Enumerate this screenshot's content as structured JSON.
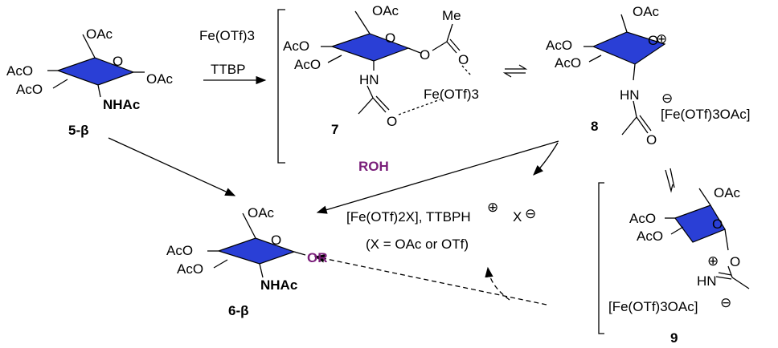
{
  "colors": {
    "ring_fill": "#2a3fd6",
    "highlight": "#7a1f7a"
  },
  "compounds": {
    "c5": {
      "label": "5-β",
      "subs": {
        "oac_top": "OAc",
        "aco_1": "AcO",
        "aco_2": "AcO",
        "oac_right": "OAc",
        "ring_o": "O",
        "nhac": "NHAc"
      }
    },
    "c7": {
      "label": "7",
      "subs": {
        "oac_top": "OAc",
        "aco_1": "AcO",
        "aco_2": "AcO",
        "ring_o": "O",
        "me": "Me",
        "o_ester": "O",
        "o_carbonyl": "O",
        "hn": "HN",
        "fe": "Fe(OTf)3",
        "o_amide": "O"
      }
    },
    "c8": {
      "label": "8",
      "subs": {
        "oac_top": "OAc",
        "aco_1": "AcO",
        "aco_2": "AcO",
        "ring_o": "O",
        "plus": "⊕",
        "hn": "HN",
        "minus": "⊖",
        "anion": "[Fe(OTf)3OAc]",
        "o_amide": "O"
      }
    },
    "c9": {
      "label": "9",
      "subs": {
        "oac_top": "OAc",
        "aco_1": "AcO",
        "aco_2": "AcO",
        "ring_o": "O",
        "plus": "⊕",
        "o_ox": "O",
        "hn": "HN",
        "anion": "[Fe(OTf)3OAc]",
        "minus": "⊖"
      }
    },
    "c6": {
      "label": "6-β",
      "subs": {
        "oac_top": "OAc",
        "aco_1": "AcO",
        "aco_2": "AcO",
        "ring_o": "O",
        "or": "OR",
        "nhac": "NHAc"
      }
    }
  },
  "reagents": {
    "fe": "Fe(OTf)3",
    "ttbp": "TTBP",
    "roh": "ROH",
    "byproduct": "[Fe(OTf)2X], TTBPH",
    "byproduct_charge": "⊕",
    "x": "X",
    "x_charge": "⊖",
    "x_def": "(X = OAc or OTf)"
  }
}
